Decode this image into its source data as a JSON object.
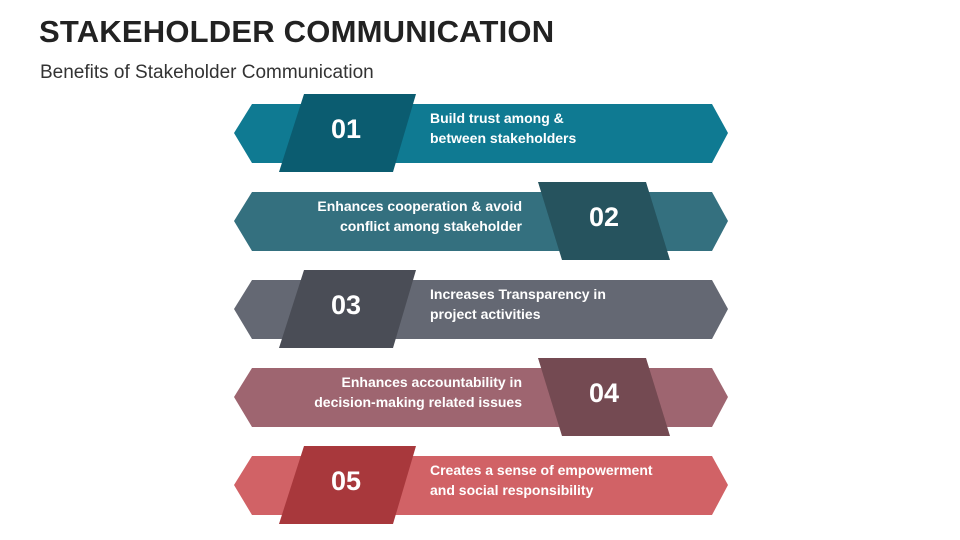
{
  "header": {
    "title": "STAKEHOLDER COMMUNICATION",
    "subtitle": "Benefits of Stakeholder Communication"
  },
  "items": [
    {
      "number": "01",
      "line1": "Build trust among &",
      "line2": "between stakeholders",
      "color": "#0F7A92",
      "dark": "#0B5C70",
      "shade": "#07404F"
    },
    {
      "number": "02",
      "line1": "Enhances cooperation & avoid",
      "line2": "conflict among stakeholder",
      "color": "#34707F",
      "dark": "#26535E",
      "shade": "#183A42"
    },
    {
      "number": "03",
      "line1": "Increases Transparency in",
      "line2": "project activities",
      "color": "#646873",
      "dark": "#4A4D56",
      "shade": "#313339"
    },
    {
      "number": "04",
      "line1": "Enhances accountability in",
      "line2": "decision-making related issues",
      "color": "#9E6570",
      "dark": "#744A52",
      "shade": "#503237"
    },
    {
      "number": "05",
      "line1": "Creates a sense of empowerment",
      "line2": "and social responsibility",
      "color": "#D16266",
      "dark": "#A8383C",
      "shade": "#7A2326"
    }
  ]
}
